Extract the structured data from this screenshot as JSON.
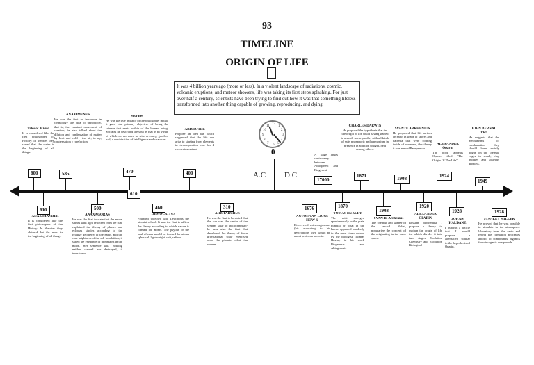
{
  "page_number": "93",
  "title": "TIMELINE",
  "subtitle": "ORIGIN OF LIFE",
  "intro": "It was 4 billion years ago (more or less). In a violent landscape of radiations. cosmic, volcanic eruptions, and meteor showers, life was taking its first steps splashing. For just over half a century, scientists have been trying to find out how it was that something lifeless transformed into another thing capable of growing, reproducing, and dying.",
  "eras": {
    "bc": "A.C",
    "ad": "D.C",
    "zero": "0"
  },
  "clock_numbers": [
    "12",
    "1",
    "2",
    "3",
    "4",
    "5",
    "6",
    "7",
    "8",
    "9",
    "10",
    "11"
  ],
  "years": [
    "600",
    "585",
    "470",
    "400",
    "610",
    "500",
    "460",
    "310",
    "17000",
    "1676",
    "1870",
    "1871",
    "1903",
    "1908",
    "1920",
    "1924",
    "1928",
    "1928",
    "1949"
  ],
  "events": {
    "thales": {
      "name": "Tales of Mileto",
      "text": "It is considered like the first philosopher of History. In theories they stated that the water is the beginning of all things."
    },
    "anaximenes": {
      "name": "ANAXIMENES",
      "text": "He was the first to introduce in cosmology the idea of periodicity, that is, the constant movement of creation, he also talked about the dilution and condensation of matter by heat and cold - the air, to-say, condensation y rarefaction"
    },
    "socrates": {
      "name": "Socrates",
      "text": "He was the true initiator of the philosophy in that it gave him primary objective of being the science that seeks within of the human being. Socrates he described the soul as that in by virtue of which we are rated as wise or crazy, good or bad, a combination of intelligence and character."
    },
    "aristotle": {
      "name": "ARISTOTLE",
      "text": "Propose an idea the which suggested that the life can arise to starting from elements in decomposition con los 4 elementos natural"
    },
    "controversy": {
      "name": "",
      "text": "A stage arises controversy between Abiogenesi and Biogenesi."
    },
    "darwin": {
      "name": "CHARLES DARWIN",
      "text": "He proposed the hypothesis that the the origin of life could having started in a small warm puddle, with all kinds of salts phosphoric and ammonium in presence in addition to light, heat among others."
    },
    "arrhenius": {
      "name": "SVANTE ARRHENIUS",
      "text": "He proposed that life arrives on earth in shape of spores and bacteria that were coming inside of a meteor, this theory it was named Panspermia."
    },
    "oparin_a": {
      "name": "ALEXANDER Oparin",
      "text": "The book appears Oparin titled \"The Origin Of The Life\""
    },
    "bernal": {
      "name": "JOHN BERNAL 1949",
      "text": "He suggests that the mechanisms of condensation they should have mainly begun on the thermal edges in small, clay puddles and aqueous droplets."
    },
    "anaximander": {
      "name": "ANAXIMANDER",
      "text": "It is considered like the first philosopher of the History. In theories they claimed that the water is the beginning of all things."
    },
    "anaxagoras": {
      "name": "ANAXAGORAS",
      "text": "He was the first to state that the moon shines with light reflected from the sun, explained the theory of phases and eclipses studies according to the relative geometry of the earth, and the core brightness of the sol. In addition, it stated the existence of mountains in the moon. Her sentence was \"nothing neither created nor destroyed, it transforms."
    },
    "democritus": {
      "name": "DEMOCRITUS",
      "text": "Founded together with Leucippus the atomist school. It was the first to affirm the theory according to which nature is formed for atoms. The psyche or the soul of man would be formed for atoms spherical, lightweight, soft, refined."
    },
    "aristarchus": {
      "name": "ARISTARCHUS",
      "text": "He was the first to be stated that the sun was the center of the system solar of heliocentrism- he was also the first that developed the theory of force gravitational solar exercised over the planets what the rodean."
    },
    "leeuwenhoek": {
      "name": "ANTON VAN LIONS HOW K",
      "text": "Discovered microorganisms (his according to his descriptions they would be about protozoa bacteria."
    },
    "huxley": {
      "name": "TOMAS HUXLEY",
      "text": "The mist emerged spontaneously in the grain mineral or what in the larvae appeared suddenly in the meat. term coined by the biologist Thomas Huxley in his work Biogenesis and Abiogenesis"
    },
    "arrhenius_b": {
      "name": "SVANTE Arrhenius",
      "text": "The chemist and winner of the award Nobel, popularize the concept of the originating in the outer space."
    },
    "oparin_b": {
      "name": "ALEXANDER OPARIN",
      "text": "Russian biochemist I propose a theory to explain the origin of life the which divides it into two stages Evolution Chemistry and Evolution Biological"
    },
    "haldane": {
      "name": "JOHAN HALDANE",
      "text": "I publish a article that I would propose a alternative similar to the hypothesis of Oparin."
    },
    "miller": {
      "name": "STANLEY MILLER",
      "text": "He proved that he was possible to simulate in the atmosphere laboratory from the earth and repeat the formation processes abiotic of compounds organics from inorganic compounds"
    }
  }
}
